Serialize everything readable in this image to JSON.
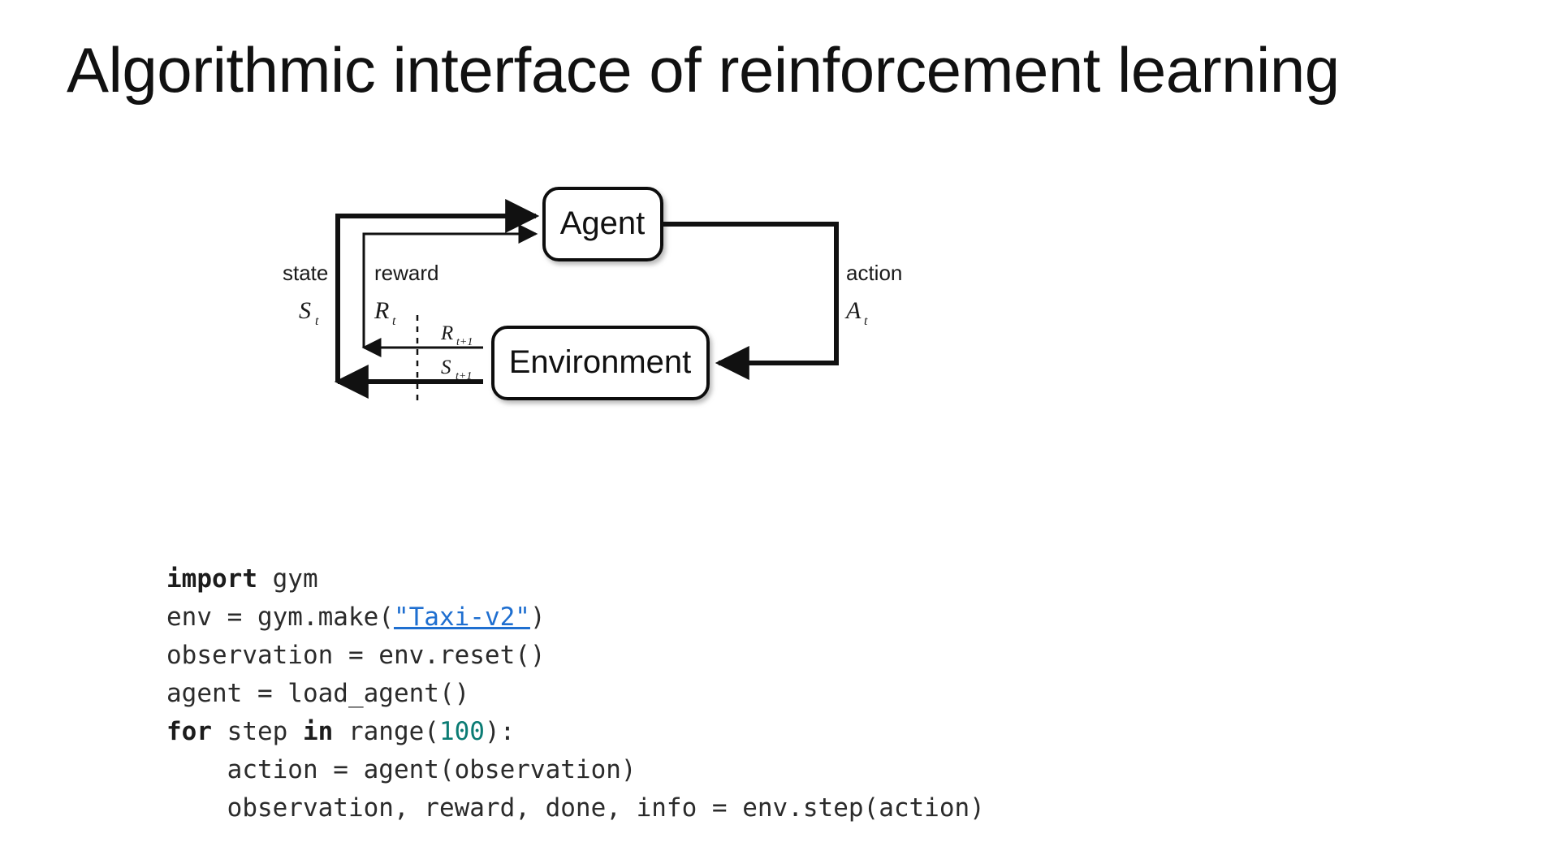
{
  "slide": {
    "title": "Algorithmic interface of reinforcement learning",
    "background_color": "#ffffff"
  },
  "diagram": {
    "name": "agent-environment-loop",
    "nodes": {
      "agent": "Agent",
      "environment": "Environment"
    },
    "labels": {
      "state_word": "state",
      "state_sym": "S",
      "state_sub": "t",
      "reward_word": "reward",
      "reward_sym": "R",
      "reward_sub": "t",
      "action_word": "action",
      "action_sym": "A",
      "action_sub": "t",
      "reward_next_sym": "R",
      "reward_next_sub": "t+1",
      "state_next_sym": "S",
      "state_next_sub": "t+1"
    },
    "stroke_color": "#111111"
  },
  "code": {
    "language": "python",
    "link_color": "#1f6fd0",
    "number_color": "#0b7c74",
    "lines": [
      {
        "indent": 0,
        "tokens": [
          {
            "t": "import",
            "c": "kw"
          },
          {
            "t": " gym",
            "c": "plain"
          }
        ]
      },
      {
        "indent": 0,
        "tokens": [
          {
            "t": "env = gym.make(",
            "c": "plain"
          },
          {
            "t": "\"Taxi-v2\"",
            "c": "link"
          },
          {
            "t": ")",
            "c": "plain"
          }
        ]
      },
      {
        "indent": 0,
        "tokens": [
          {
            "t": "observation = env.reset()",
            "c": "plain"
          }
        ]
      },
      {
        "indent": 0,
        "tokens": [
          {
            "t": "agent = load_agent()",
            "c": "plain"
          }
        ]
      },
      {
        "indent": 0,
        "tokens": [
          {
            "t": "for",
            "c": "kw"
          },
          {
            "t": " step ",
            "c": "plain"
          },
          {
            "t": "in",
            "c": "kw"
          },
          {
            "t": " range(",
            "c": "plain"
          },
          {
            "t": "100",
            "c": "num"
          },
          {
            "t": "):",
            "c": "plain"
          }
        ]
      },
      {
        "indent": 1,
        "tokens": [
          {
            "t": "action = agent(observation)",
            "c": "plain"
          }
        ]
      },
      {
        "indent": 1,
        "tokens": [
          {
            "t": "observation, reward, done, info = env.step(action)",
            "c": "plain"
          }
        ]
      }
    ]
  }
}
